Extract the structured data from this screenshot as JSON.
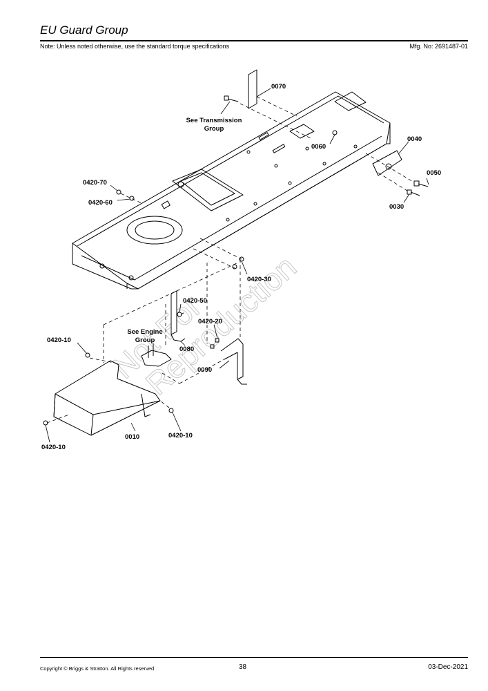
{
  "header": {
    "title": "EU Guard Group",
    "note": "Note: Unless noted otherwise, use the standard torque specifications",
    "mfg_no": "Mfg. No: 2691487-01"
  },
  "diagram": {
    "callouts": {
      "p0070": "0070",
      "see_trans_1": "See Transmission",
      "see_trans_2": "Group",
      "p0060": "0060",
      "p0040": "0040",
      "p0050": "0050",
      "p0030": "0030",
      "p0420_70": "0420-70",
      "p0420_60": "0420-60",
      "p0420_30": "0420-30",
      "p0420_50": "0420-50",
      "p0420_20": "0420-20",
      "see_engine_1": "See Engine",
      "see_engine_2": "Group",
      "p0080": "0080",
      "p0090": "0090",
      "p0420_10_a": "0420-10",
      "p0420_10_b": "0420-10",
      "p0420_10_c": "0420-10",
      "p0010": "0010"
    },
    "watermark": {
      "line1": "Not For",
      "line2": "Reproduction"
    }
  },
  "footer": {
    "copyright": "Copyright ©  Briggs & Stratton. All Rights reserved",
    "page_number": "38",
    "date": "03-Dec-2021"
  }
}
